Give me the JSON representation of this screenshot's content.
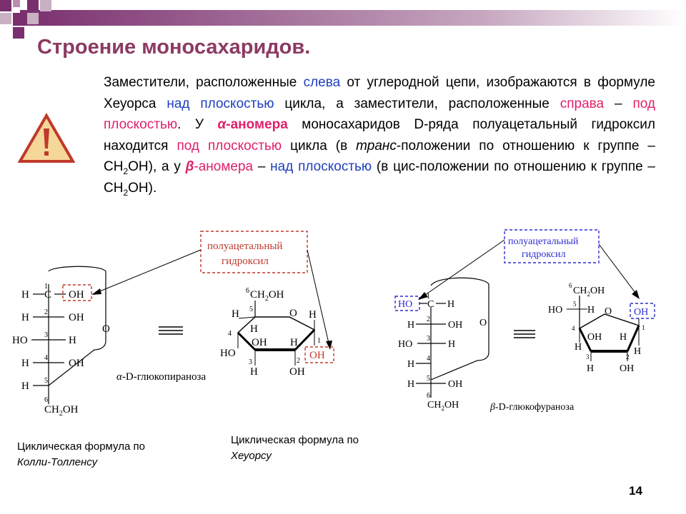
{
  "title": "Строение моносахаридов.",
  "colors": {
    "title": "#8b3a62",
    "blue": "#1f3fbf",
    "pink": "#e0206a",
    "callout_red": "#c0392b",
    "callout_blue": "#2b2bd1",
    "warning_fill": "#f6d79a",
    "warning_border": "#c0392b"
  },
  "paragraph": {
    "p1": "Заместители, расположенные ",
    "left": "слева",
    "p2": " от углеродной цепи, изображаются в формуле Хеуорса ",
    "above": "над плоскостью",
    "p3": " цикла, а заместители, расположенные ",
    "right": "справа",
    "p4": " – ",
    "below": "под плоскостью",
    "p5": ". У ",
    "alpha": "α-",
    "anomer": "аномера",
    "p6": " моносахаридов D-ряда полуацетальный гидроксил находится ",
    "below2": "под плоскостью",
    "p7": " цикла (в ",
    "trans": "транс",
    "p8": "-положении по отношению к группе –CH",
    "p9": "OH), а у ",
    "beta": "β",
    "beta_anomer": "-аномера",
    "p10": " – ",
    "above2": "над плоскостью",
    "p11": " (в цис-положении по отношению к группе –CH",
    "p12": "OH).",
    "sub2": "2"
  },
  "captions": {
    "colli_1": "Циклическая формула по",
    "colli_2": "Колли-Толленсу",
    "haworth_1": "Циклическая формула по",
    "haworth_2": "Хеуорсу"
  },
  "page_number": "14",
  "diagram": {
    "callout_left": [
      "полуацетальный",
      "гидроксил"
    ],
    "callout_right": [
      "полуацетальный",
      "гидроксил"
    ],
    "left_chain": {
      "c1": "C",
      "c1_num": "1",
      "c1_h": "H",
      "c1_oh": "OH",
      "c2_num": "2",
      "c2_h": "H",
      "c2_oh": "OH",
      "c3_num": "3",
      "c3_ho": "HO",
      "c3_h": "H",
      "c4_num": "4",
      "c4_h": "H",
      "c4_oh": "OH",
      "c5_num": "5",
      "c5_h": "H",
      "c6_num": "6",
      "c6": "CH",
      "c6_sub": "2",
      "c6_oh": "OH",
      "ring_o": "O"
    },
    "pyranose": {
      "ch2oh_num": "6",
      "ch2oh": "CH",
      "ch2oh_sub": "2",
      "ch2oh_oh": "OH",
      "c5_num": "5",
      "c5_h": "H",
      "ring_o": "O",
      "c1_h": "H",
      "c4_num": "4",
      "c4_h": "H",
      "c1_num": "1",
      "c4_ho": "HO",
      "c3_oh": "OH",
      "c2_h": "H",
      "c1_oh": "OH",
      "c3_num": "3",
      "c2_num": "2",
      "c3_h": "H",
      "c2_oh": "OH",
      "name_prefix": "α",
      "name": "-D-глюкопираноза"
    },
    "right_chain": {
      "c1_num": "1",
      "c1_ho": "HO",
      "c1": "C",
      "c1_h": "H",
      "c2_num": "2",
      "c2_h": "H",
      "c2_oh": "OH",
      "c3_num": "3",
      "c3_ho": "HO",
      "c3_h": "H",
      "c4_num": "4",
      "c4_h": "H",
      "c5_num": "5",
      "c5_h": "H",
      "c5_oh": "OH",
      "c6_num": "6",
      "c6": "CH",
      "c6_sub": "2",
      "c6_oh": "OH",
      "ring_o": "O"
    },
    "furanose": {
      "c6_num": "6",
      "ch2oh": "CH",
      "ch2oh_sub": "2",
      "ch2oh_oh": "OH",
      "c5_num": "5",
      "c5_ho": "HO",
      "c5_h": "H",
      "ring_o": "O",
      "c1_oh": "OH",
      "c4_num": "4",
      "c1_num": "1",
      "c3_oh": "OH",
      "c2_h_top": "H",
      "c4_h": "H",
      "c1_h": "H",
      "c3_num": "3",
      "c2_num": "2",
      "c3_h": "H",
      "c2_oh": "OH",
      "name_prefix": "β",
      "name": "-D-глюкофураноза"
    },
    "equiv": "≡"
  }
}
